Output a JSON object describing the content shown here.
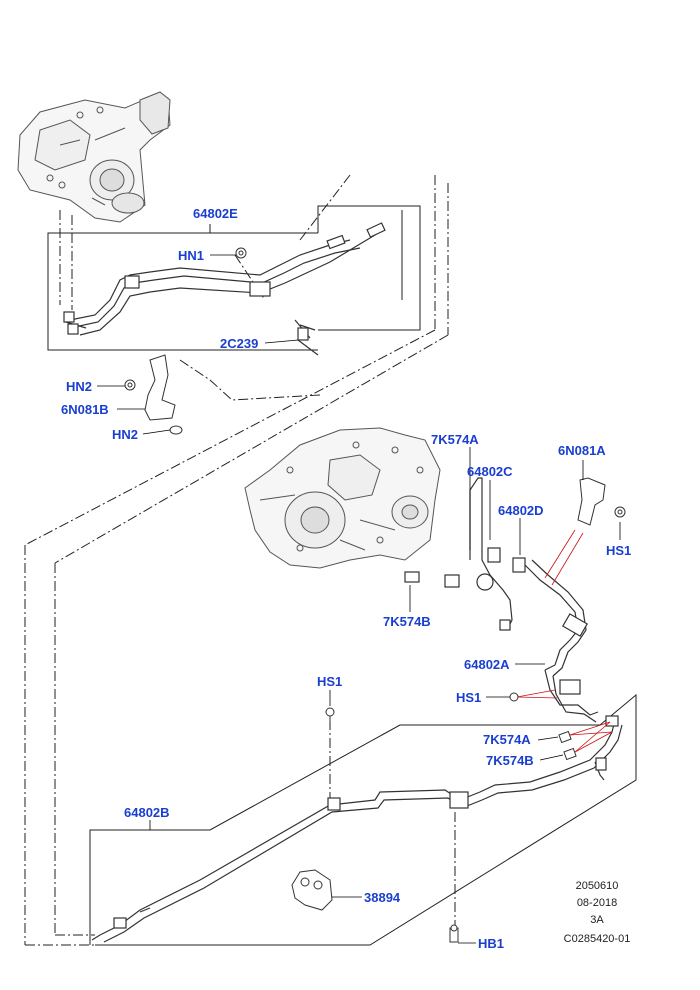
{
  "labels": {
    "p64802E": "64802E",
    "hn1": "HN1",
    "p2c239": "2C239",
    "hn2_top": "HN2",
    "p6n081b": "6N081B",
    "hn2_bottom": "HN2",
    "p7k574a_top": "7K574A",
    "p64802c": "64802C",
    "p64802d": "64802D",
    "p6n081a": "6N081A",
    "hs1_right": "HS1",
    "p7k574b_top": "7K574B",
    "p64802a": "64802A",
    "hs1_mid": "HS1",
    "hs1_left": "HS1",
    "p7k574a_bottom": "7K574A",
    "p7k574b_bottom": "7K574B",
    "p64802b": "64802B",
    "p38894": "38894",
    "hb1": "HB1"
  },
  "meta": {
    "line1": "2050610",
    "line2": "08-2018",
    "line3": "3A",
    "line4": "C0285420-01"
  },
  "colors": {
    "label": "#1a3fd0",
    "leader": "#000000",
    "leader_red": "#d01010",
    "ink": "#333333"
  }
}
